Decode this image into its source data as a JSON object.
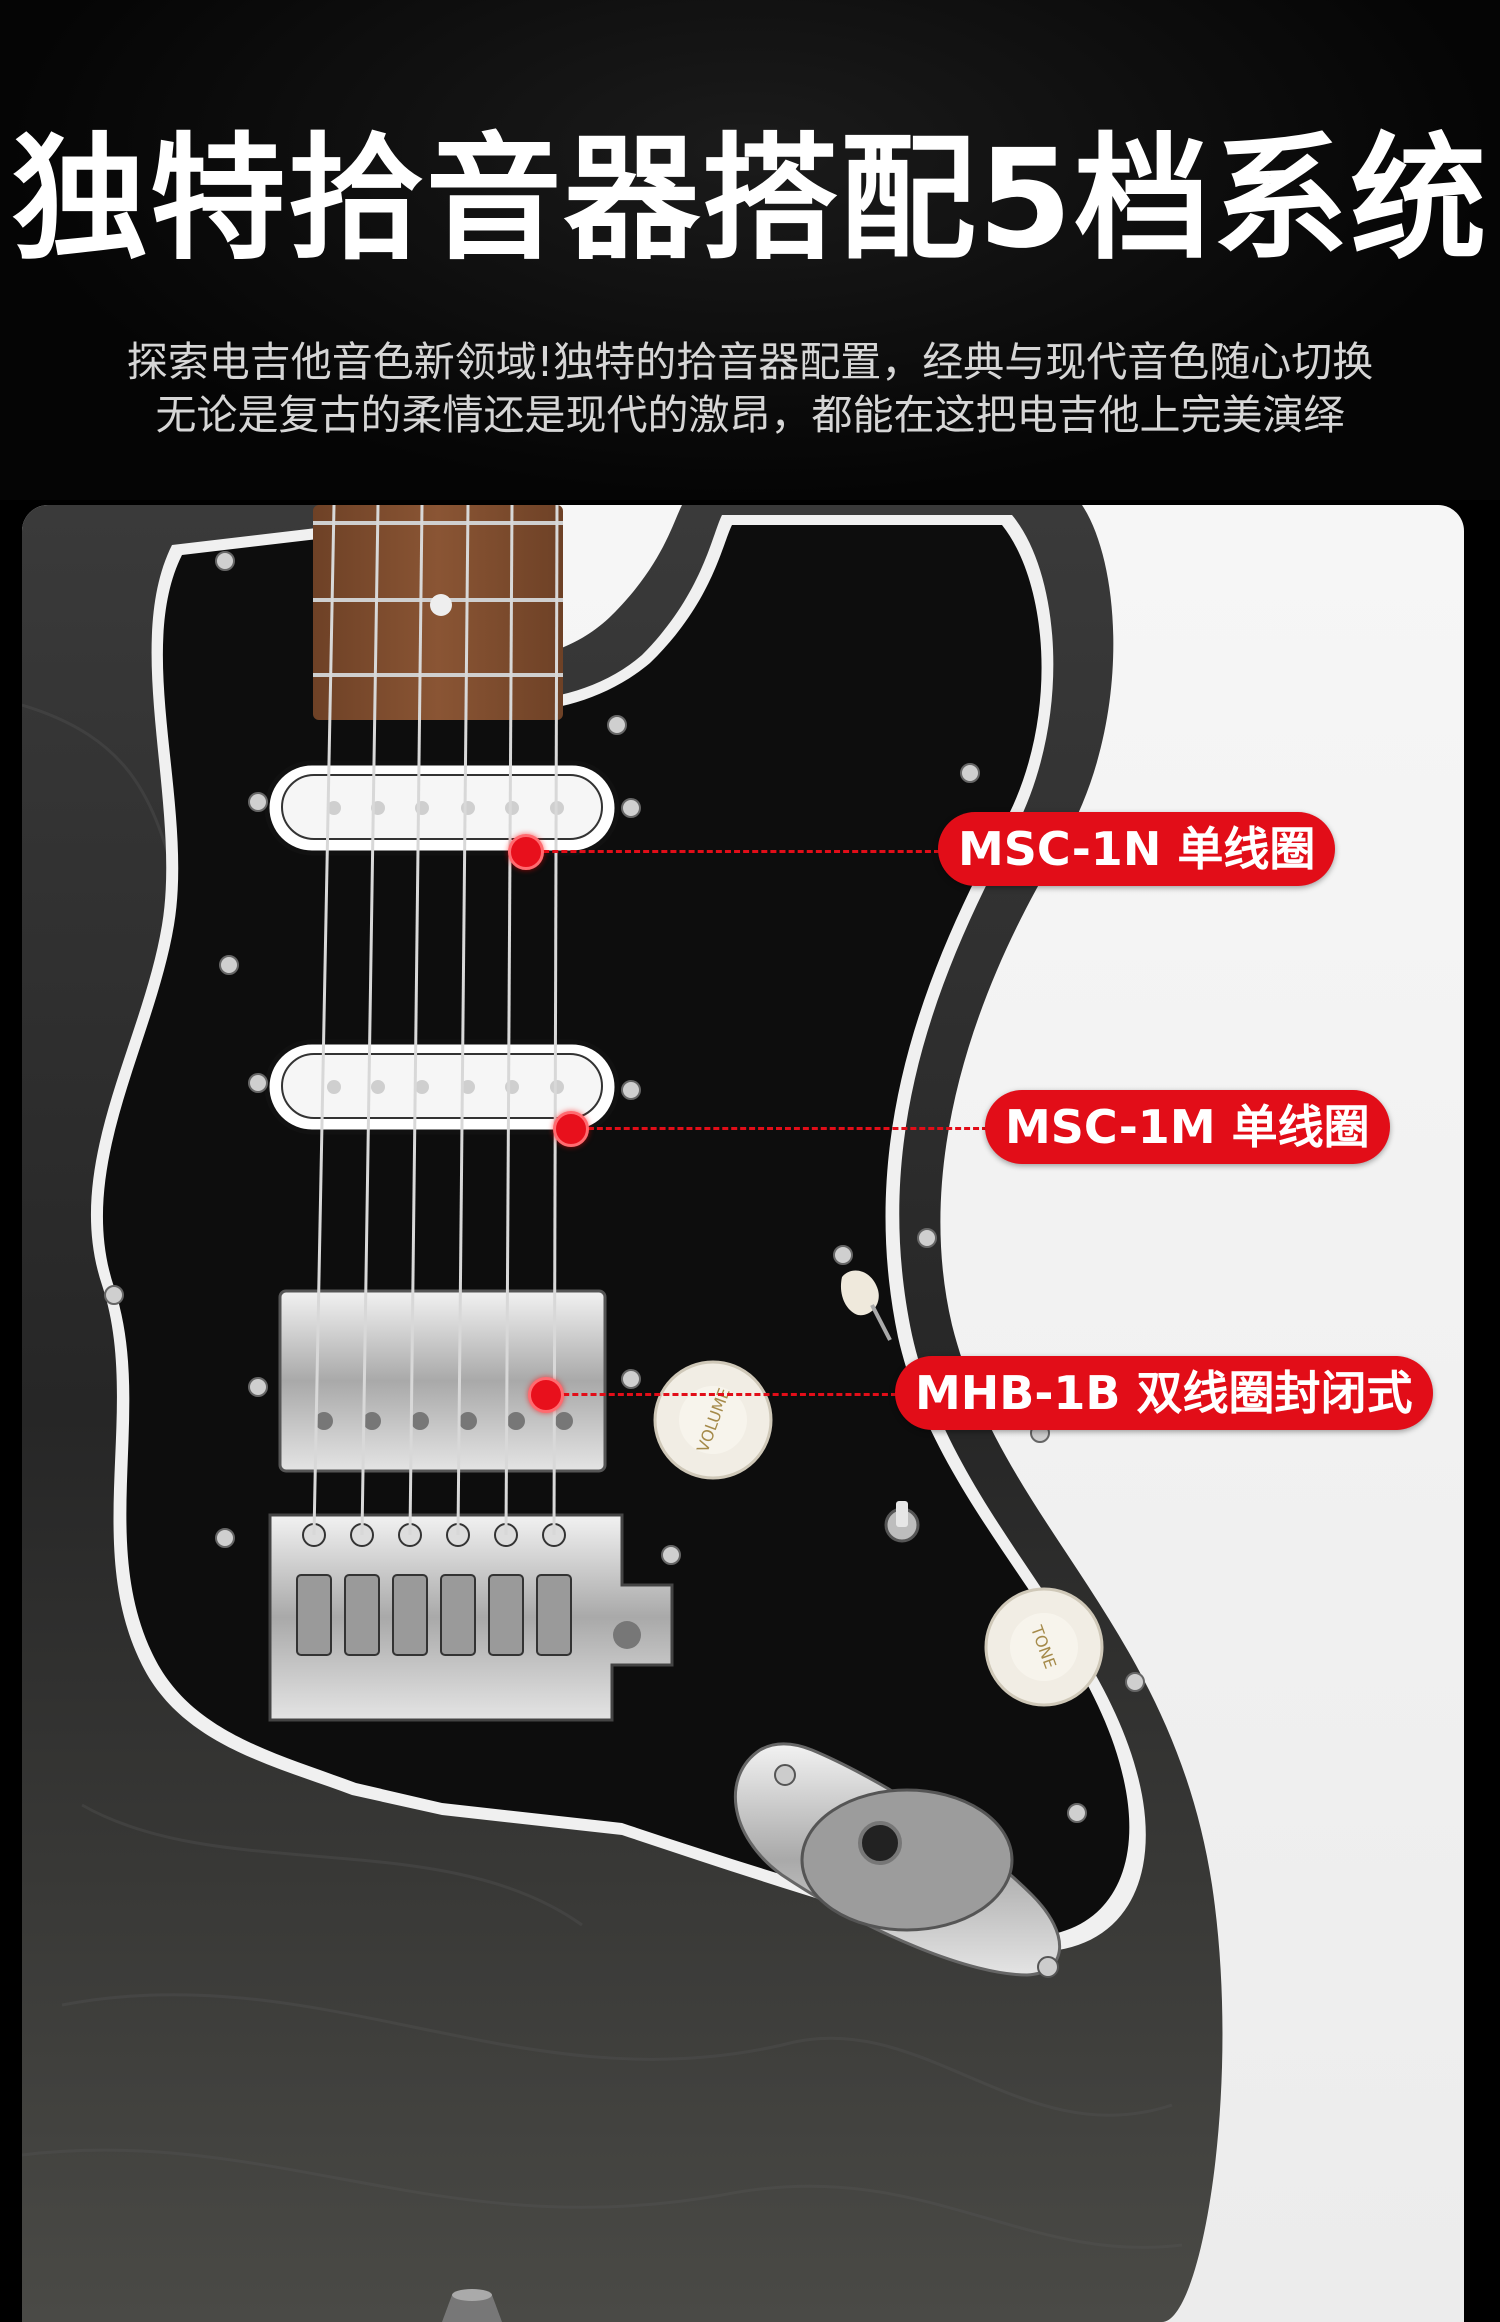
{
  "header": {
    "title": "独特拾音器搭配5档系统",
    "subtitle_line1": "探索电吉他音色新领域!独特的拾音器配置，经典与现代音色随心切换",
    "subtitle_line2": "无论是复古的柔情还是现代的激昂，都能在这把电吉他上完美演绎"
  },
  "callouts": [
    {
      "label": "MSC-1N 单线圈"
    },
    {
      "label": "MSC-1M 单线圈"
    },
    {
      "label": "MHB-1B 双线圈封闭式"
    }
  ],
  "knobs": {
    "volume_label": "VOLUME",
    "tone_label": "TONE"
  },
  "colors": {
    "accent": "#e20d18",
    "pickguard": "#0c0c0c",
    "body": "#2a2a2a",
    "fretboard": "#7a4a2c"
  }
}
